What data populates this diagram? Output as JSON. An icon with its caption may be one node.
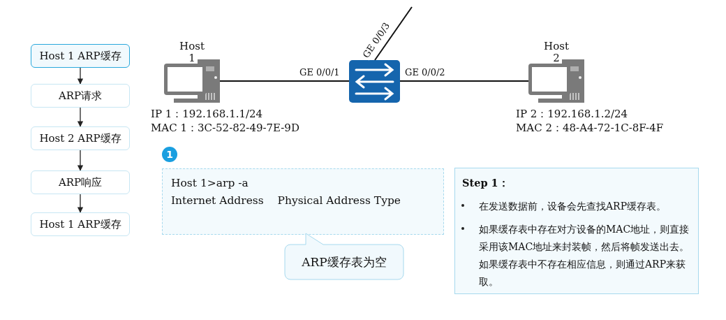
{
  "diagram": {
    "nodes": [
      {
        "text": [
          "Host 1 ARP缓存"
        ]
      },
      {
        "text": [
          "ARP请求"
        ]
      },
      {
        "text": [
          "Host 2 ARP缓存"
        ]
      },
      {
        "text": [
          "ARP响应"
        ]
      },
      {
        "text": [
          "Host 1 ARP缓存"
        ]
      },
      {
        "text": [
          "Host 1"
        ],
        "beside": [
          "IP 1：192.168.1.1/24",
          "MAC 1：3C-52-82-49-7E-9D"
        ]
      },
      {
        "text": [],
        "shape": "box"
      },
      {
        "text": [
          "Host 2"
        ],
        "beside": [
          "IP 2：192.168.1.2/24",
          "MAC 2：48-A4-72-1C-8F-4F"
        ]
      },
      {
        "text": [
          "Host 1>arp -a",
          "Internet Address    Physical Address Type"
        ]
      },
      {
        "text": [
          "ARP缓存表为空"
        ]
      },
      {
        "text": [
          "Step 1：",
          "在发送数据前，设备会先查找ARP缓存表。",
          "如果缓存表中存在对方设备的MAC地址，则直接采用该MAC地址来封装帧，然后将帧发送出去。如果缓存表中不存在相应信息，则通过ARP来获取。"
        ]
      }
    ],
    "edges": [
      {
        "from": 0,
        "to": 1,
        "arrow": "to"
      },
      {
        "from": 1,
        "to": 2,
        "arrow": "to"
      },
      {
        "from": 2,
        "to": 3,
        "arrow": "to"
      },
      {
        "from": 3,
        "to": 4,
        "arrow": "to"
      },
      {
        "from": 5,
        "to": 6,
        "arrow": "none",
        "label": "GE 0/0/1"
      },
      {
        "from": 6,
        "to": 7,
        "arrow": "none",
        "label": "GE 0/0/2"
      },
      {
        "from": 6,
        "to": null,
        "arrow": "none",
        "label": "GE 0/0/3"
      }
    ],
    "labels": [
      "1"
    ]
  }
}
